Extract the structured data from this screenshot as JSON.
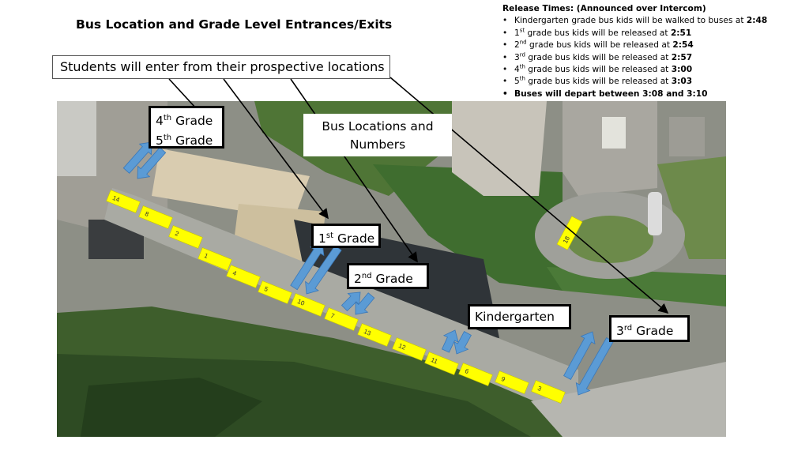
{
  "title": "Bus Location and Grade Level Entrances/Exits",
  "callout": "Students will enter from their prospective locations",
  "release": {
    "heading": "Release Times: (Announced over Intercom)",
    "items": [
      {
        "pre": "Kindergarten grade bus kids will be walked to buses at ",
        "sup": "",
        "post": "",
        "time": "2:48"
      },
      {
        "pre": "1",
        "sup": "st",
        "post": " grade bus kids will be released at ",
        "time": "2:51"
      },
      {
        "pre": "2",
        "sup": "nd",
        "post": " grade bus kids will be released at ",
        "time": "2:54"
      },
      {
        "pre": "3",
        "sup": "rd",
        "post": " grade bus kids will be released at ",
        "time": "2:57"
      },
      {
        "pre": "4",
        "sup": "th",
        "post": " grade bus kids will be released at ",
        "time": "3:00"
      },
      {
        "pre": "5",
        "sup": "th",
        "post": " grade bus kids will be released at ",
        "time": "3:03"
      }
    ],
    "last": "Buses will depart between 3:08 and 3:10"
  },
  "bus_box": {
    "line1": "Bus Locations and",
    "line2": "Numbers"
  },
  "grades": {
    "g4_num": "4",
    "g4_sup": "th",
    "g4_word": " Grade",
    "g5_num": "5",
    "g5_sup": "th",
    "g5_word": " Grade",
    "g1_num": "1",
    "g1_sup": "st",
    "g1_word": " Grade",
    "g2_num": "2",
    "g2_sup": "nd",
    "g2_word": " Grade",
    "kinder": "Kindergarten",
    "g3_num": "3",
    "g3_sup": "rd",
    "g3_word": " Grade"
  },
  "bus_numbers": [
    "14",
    "8",
    "2",
    "1",
    "4",
    "5",
    "10",
    "7",
    "13",
    "12",
    "11",
    "6",
    "9",
    "3",
    "18"
  ],
  "colors": {
    "bus_yellow": "#ffff00",
    "arrow_blue": "#5b9bd5",
    "grass": "#3d6b2c",
    "roof_dark": "#2f3438"
  }
}
